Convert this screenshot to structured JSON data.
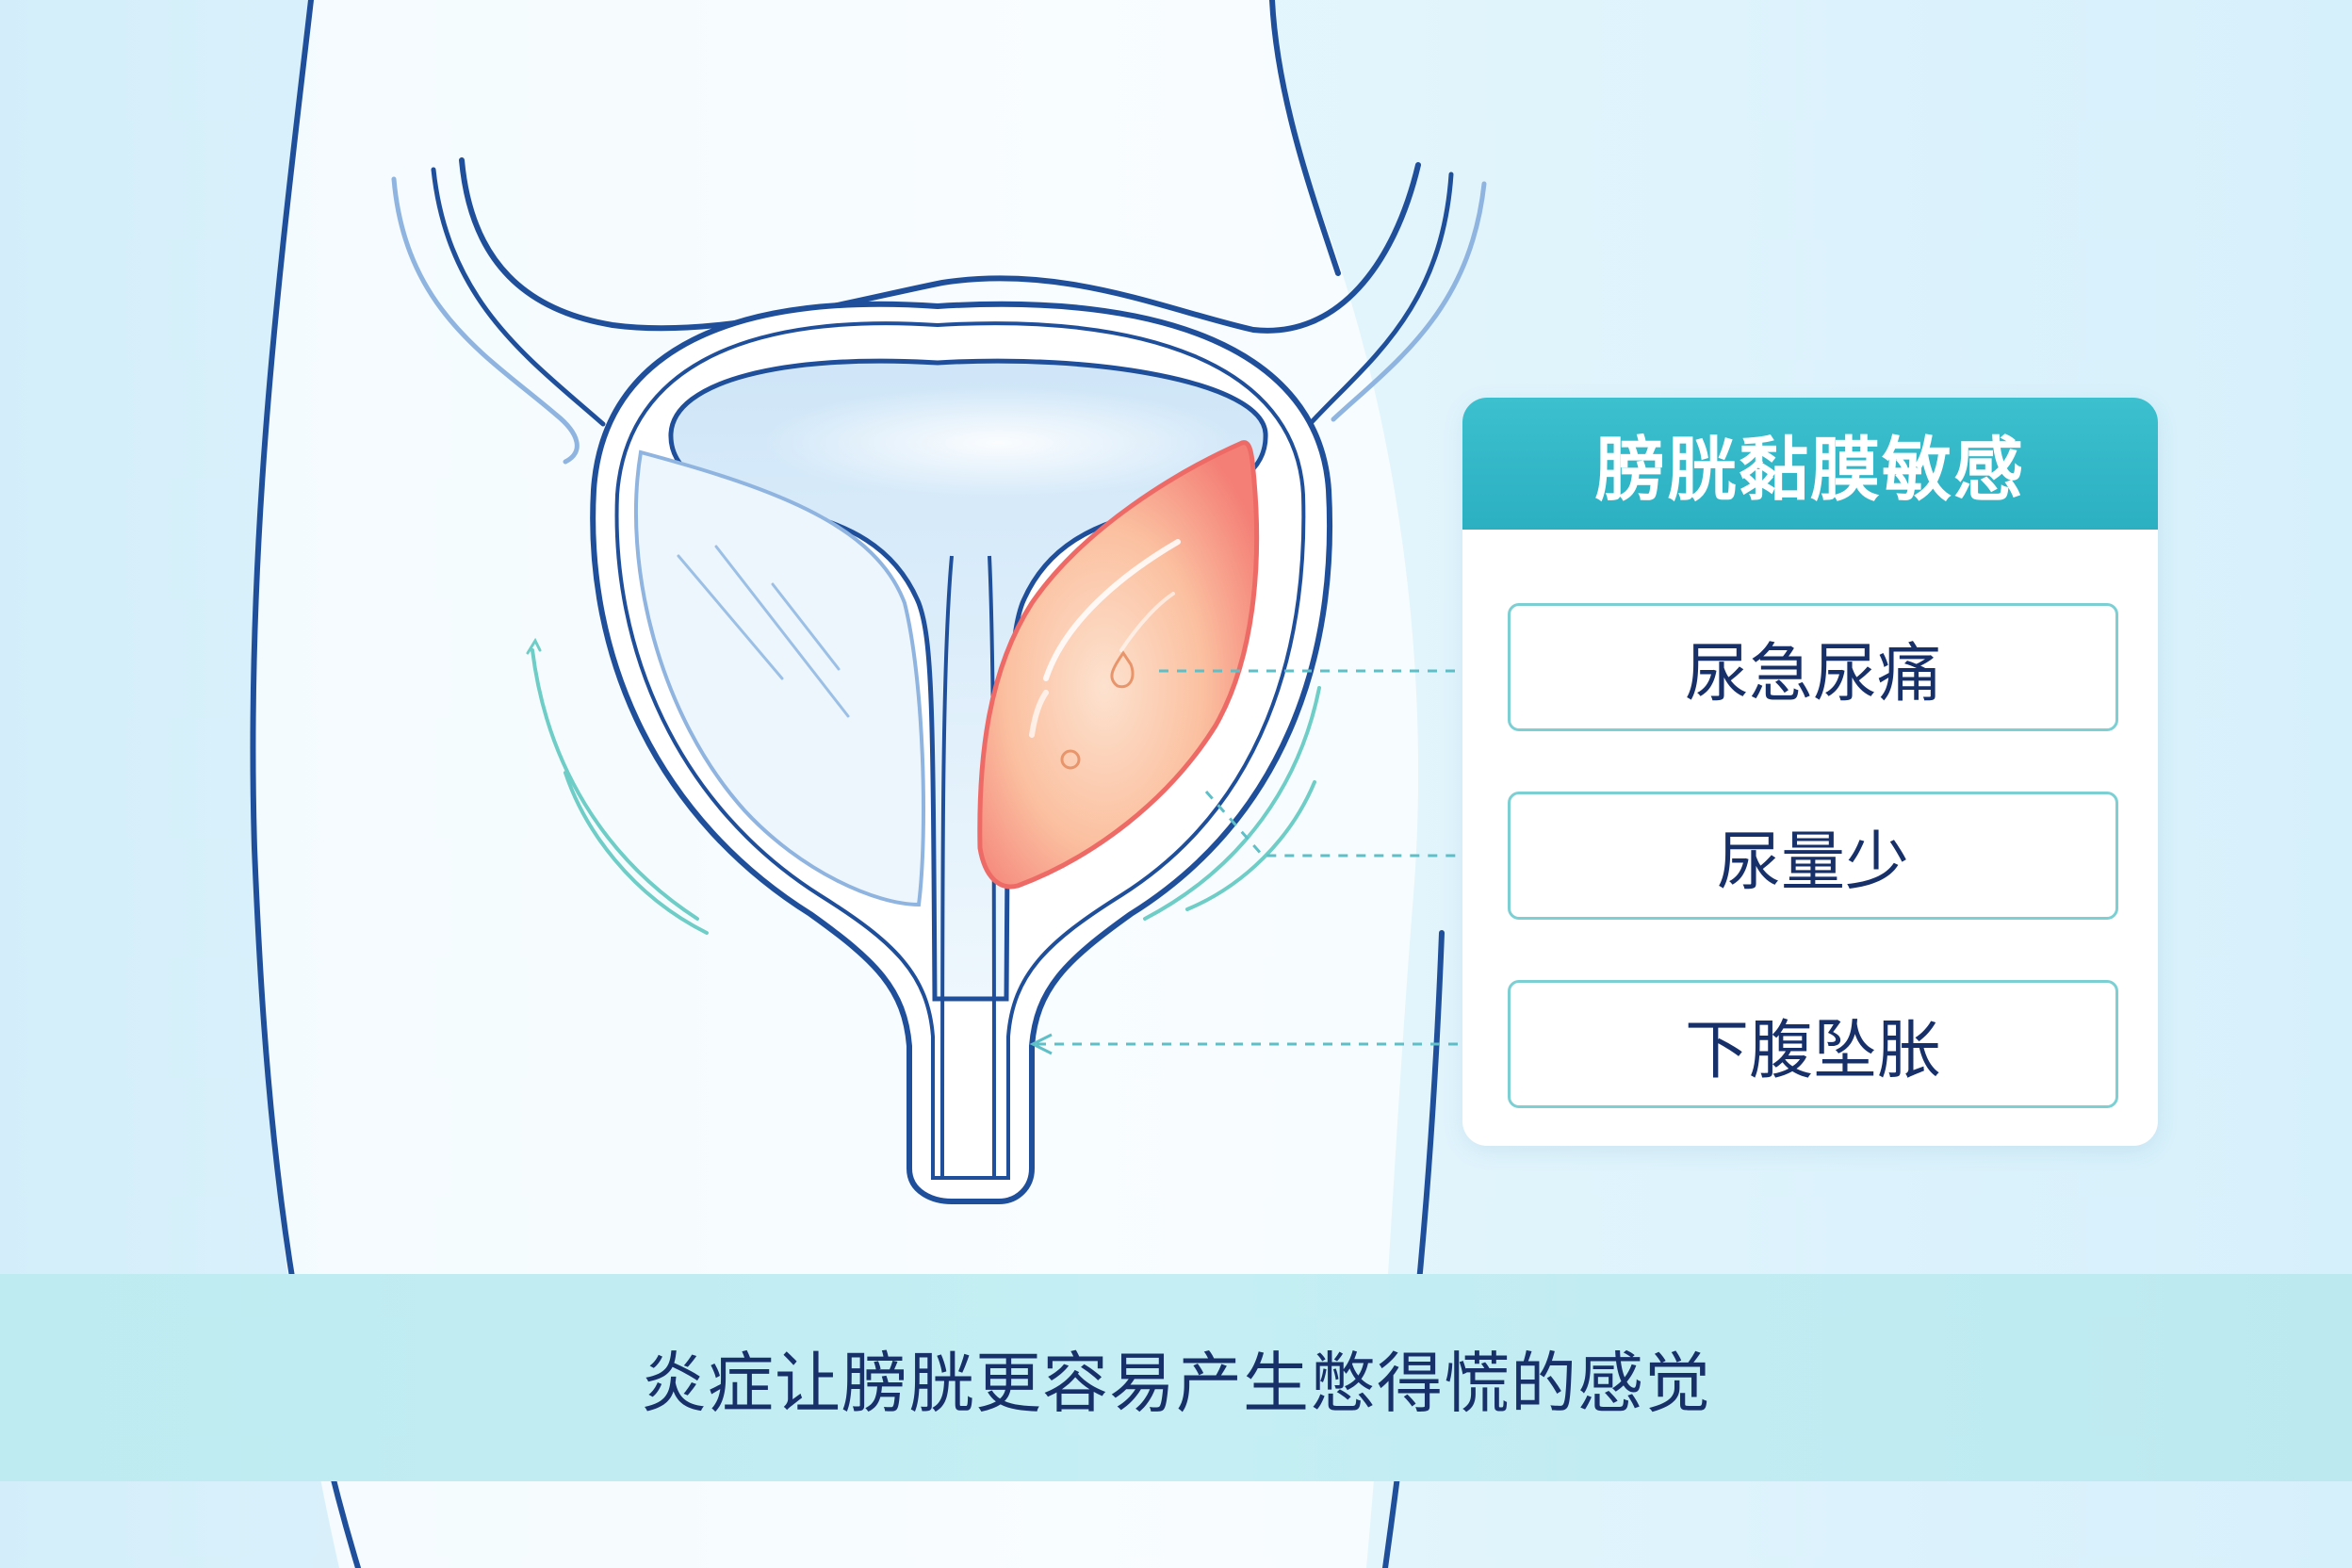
{
  "panel": {
    "title": "膀胱黏膜敏感",
    "symptoms": [
      "尿急尿痛",
      "尿量少",
      "下腹坠胀"
    ]
  },
  "caption": "炎症让膀胱更容易产生憋得慌的感觉",
  "colors": {
    "outline": "#1f4f9a",
    "accent": "#2bb0c2",
    "inflamed": "#f08a80",
    "text": "#17306a"
  }
}
